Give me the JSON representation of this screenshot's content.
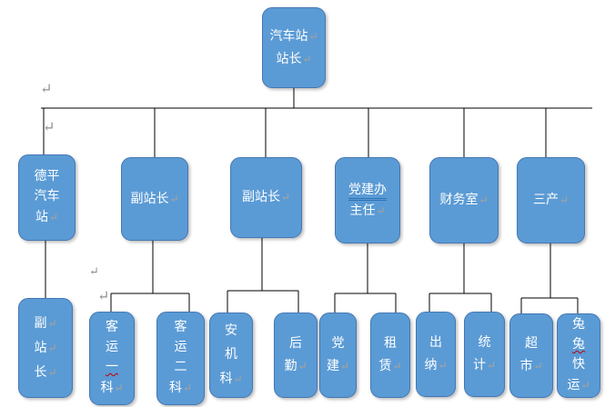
{
  "marks": {
    "line_break": "↵"
  },
  "colors": {
    "box_fill": "#5B9BD5",
    "box_border": "#4577B3",
    "connector": "#000000",
    "blue_underline": "#2E74B5",
    "red_squiggle": "#C00000",
    "text": "#FFFFFF"
  },
  "org": {
    "root": {
      "label": "汽车站站长",
      "lines": [
        "汽车站",
        "站长"
      ]
    },
    "level2": {
      "deping_station": {
        "label": "德平汽车站",
        "lines": [
          "德平",
          "汽车",
          "站"
        ]
      },
      "deputy_head_1": {
        "label": "副站长",
        "lines": [
          "副站长"
        ]
      },
      "deputy_head_2": {
        "label": "副站长",
        "lines": [
          "副站长"
        ]
      },
      "party_office_director": {
        "label": "党建办主任",
        "lines": [
          "党建办",
          "主任"
        ]
      },
      "finance_office": {
        "label": "财务室",
        "lines": [
          "财务室"
        ]
      },
      "tertiary_industry": {
        "label": "三产",
        "lines": [
          "三产"
        ]
      }
    },
    "level3": {
      "deputy_head_3": {
        "label": "副站长",
        "lines": [
          "副",
          "站",
          "长"
        ]
      },
      "passenger_dept_1": {
        "label": "客运一科",
        "lines": [
          "客",
          "运",
          "一",
          "科"
        ]
      },
      "passenger_dept_2": {
        "label": "客运二科",
        "lines": [
          "客",
          "运",
          "二",
          "科"
        ]
      },
      "safety_machinery_dept": {
        "label": "安机科",
        "lines": [
          "安",
          "机",
          "科"
        ]
      },
      "logistics": {
        "label": "后勤",
        "lines": [
          "后",
          "勤"
        ]
      },
      "party_building": {
        "label": "党建",
        "lines": [
          "党",
          "建"
        ]
      },
      "leasing": {
        "label": "租赁",
        "lines": [
          "租",
          "赁"
        ]
      },
      "cashier": {
        "label": "出纳",
        "lines": [
          "出",
          "纳"
        ]
      },
      "statistics": {
        "label": "统计",
        "lines": [
          "统",
          "计"
        ]
      },
      "supermarket": {
        "label": "超市",
        "lines": [
          "超",
          "市"
        ]
      },
      "tutu_express": {
        "label": "兔兔快运",
        "lines": [
          "兔",
          "兔",
          "快",
          "运"
        ]
      }
    }
  }
}
